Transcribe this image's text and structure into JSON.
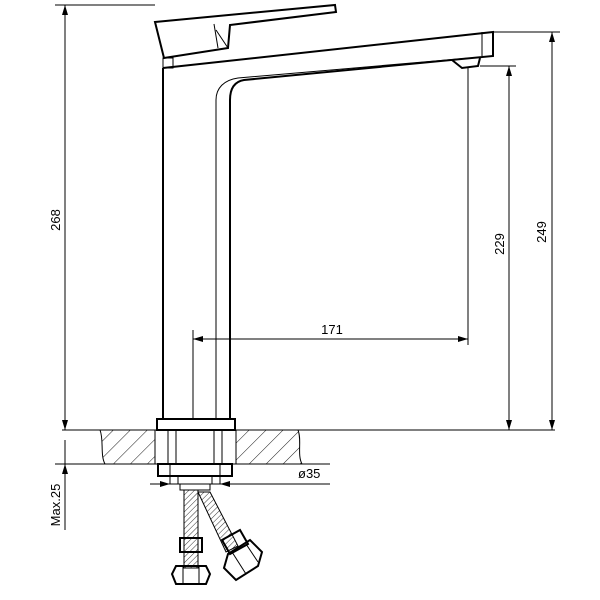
{
  "dimensions": {
    "total_height": "268",
    "spout_height": "249",
    "outlet_height": "229",
    "spout_reach": "171",
    "hole_diameter": "ø35",
    "max_counter_thickness": "Max.25"
  }
}
